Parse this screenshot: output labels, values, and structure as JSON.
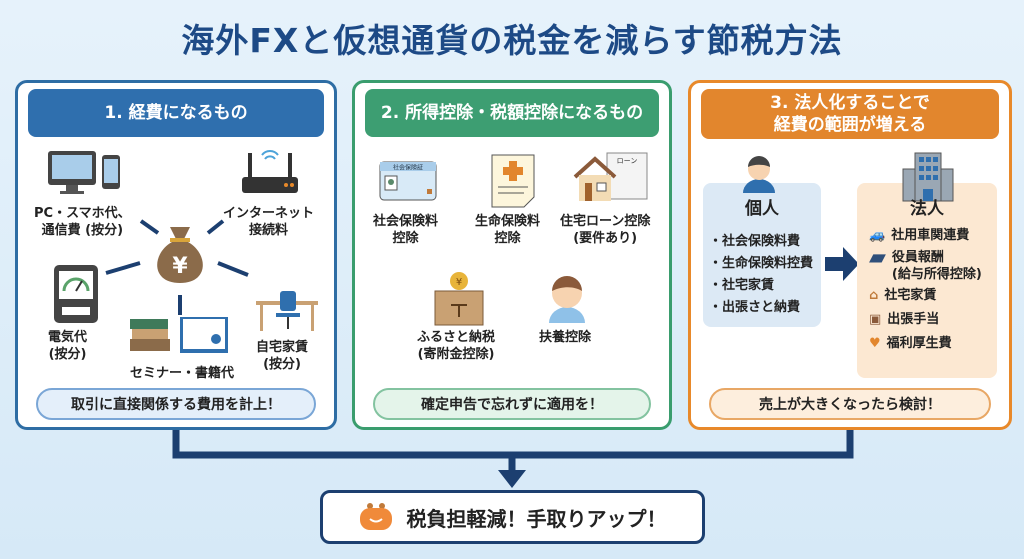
{
  "title": "海外FXと仮想通貨の税金を減らす節税方法",
  "panel1": {
    "header": "1. 経費になるもの",
    "items": [
      "PC・スマホ代、",
      "通信費 (按分)",
      "インターネット",
      "接続料",
      "電気代",
      "(按分)",
      "セミナー・書籍代",
      "自宅家賃",
      "(按分)"
    ],
    "bag_symbol": "¥",
    "callout": "取引に直接関係する費用を計上！"
  },
  "panel2": {
    "header": "2. 所得控除・税額控除になるもの",
    "card_text": "社会保険証",
    "loan_text": "ローン",
    "items": [
      [
        "社会保険料",
        "控除"
      ],
      [
        "生命保険料",
        "控除"
      ],
      [
        "住宅ローン控除",
        "(要件あり)"
      ],
      [
        "ふるさと納税",
        "(寄附金控除)"
      ],
      [
        "扶養控除"
      ]
    ],
    "callout": "確定申告で忘れずに適用を！"
  },
  "panel3": {
    "header_line1": "3. 法人化することで",
    "header_line2": "経費の範囲が増える",
    "individual": {
      "title": "個人",
      "items": [
        "・社会保険料費",
        "・生命保険料控費",
        "・社宅家賃",
        "・出張さと納費"
      ]
    },
    "corporation": {
      "title": "法人",
      "items": [
        "社用車関連費",
        "役員報酬",
        "(給与所得控除)",
        "社宅家賃",
        "出張手当",
        "福利厚生費"
      ]
    },
    "callout": "売上が大きくなったら検討！"
  },
  "result": "税負担軽減！手取りアップ！",
  "colors": {
    "blue": "#2f6fae",
    "green": "#3d9e72",
    "orange": "#e2862d",
    "navy": "#1c3f70"
  }
}
